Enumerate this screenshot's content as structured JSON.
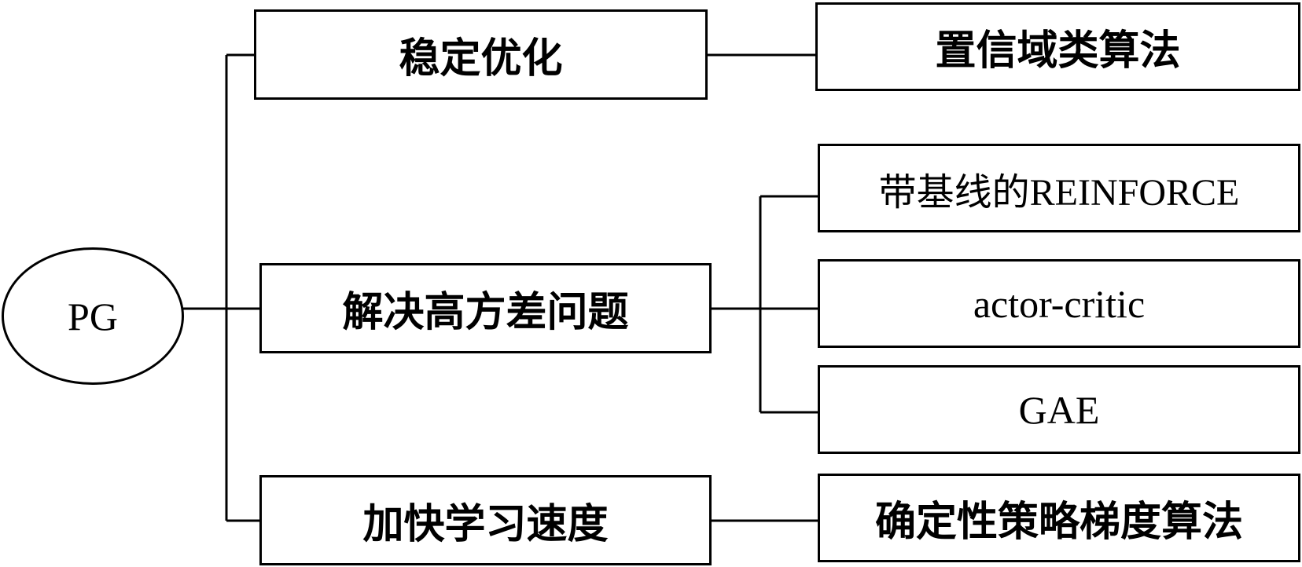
{
  "root": {
    "label": "PG"
  },
  "branches": [
    {
      "label": "稳定优化",
      "children": [
        "置信域类算法"
      ]
    },
    {
      "label": "解决高方差问题",
      "children": [
        "带基线的REINFORCE",
        "actor-critic",
        "GAE"
      ]
    },
    {
      "label": "加快学习速度",
      "children": [
        "确定性策略梯度算法"
      ]
    }
  ],
  "colors": {
    "line": "#000000",
    "background": "#ffffff"
  }
}
